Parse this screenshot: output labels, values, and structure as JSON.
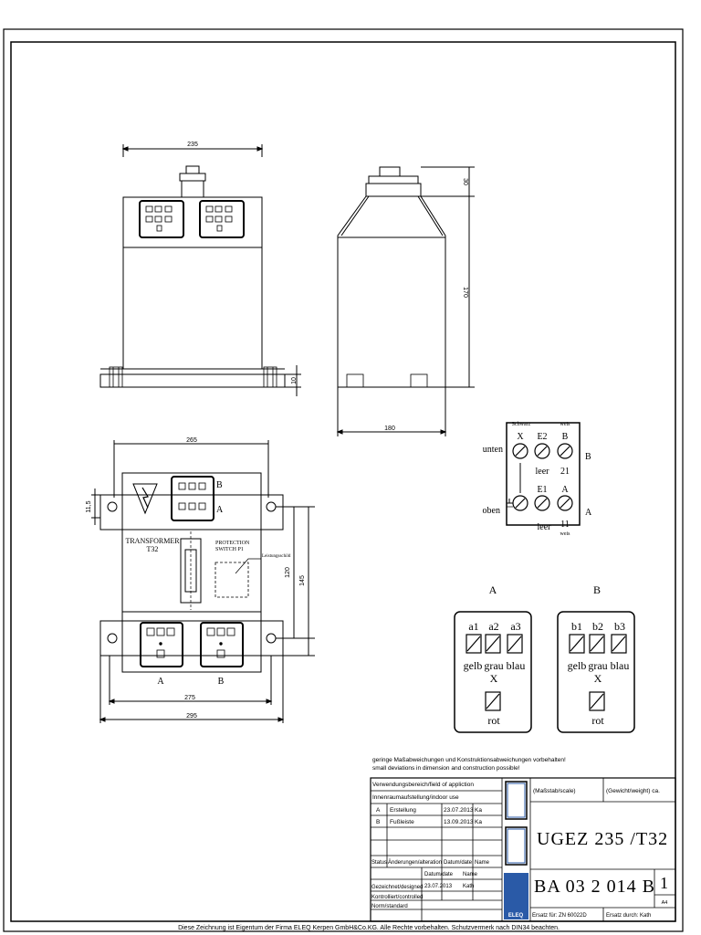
{
  "views": {
    "front": {
      "dim_width": "235",
      "dim_base": "10"
    },
    "side": {
      "dim_top": "30",
      "dim_height": "170",
      "dim_depth": "180"
    },
    "top": {
      "dim_265": "265",
      "dim_275": "275",
      "dim_295": "295",
      "dim_11_5": "11,5",
      "dim_120": "120",
      "dim_145": "145",
      "label_b": "B",
      "label_a": "A",
      "label_bottom_a": "A",
      "label_bottom_b": "B",
      "transformer_line1": "TRANSFORMER",
      "transformer_line2": "T32",
      "protection_line1": "PROTECTION",
      "protection_line2": "SWITCH P1",
      "leistungsschild": "Leistungsschild"
    }
  },
  "schematic": {
    "top_left": "Schwarz",
    "top_right": "weis",
    "row1": {
      "side": "unten",
      "t1": "X",
      "t2": "E2",
      "t3": "B",
      "u2": "leer",
      "u3": "21",
      "right": "B"
    },
    "row2": {
      "side": "oben",
      "t2": "E1",
      "t3": "A",
      "u2": "leer",
      "u3": "11",
      "u3b": "weis",
      "right": "A"
    }
  },
  "terminals": {
    "a": {
      "heading": "A",
      "t1": "a1",
      "t2": "a2",
      "t3": "a3",
      "c1": "gelb",
      "c2": "grau",
      "c3": "blau",
      "x": "X",
      "rot": "rot"
    },
    "b": {
      "heading": "B",
      "t1": "b1",
      "t2": "b2",
      "t3": "b3",
      "c1": "gelb",
      "c2": "grau",
      "c3": "blau",
      "x": "X",
      "rot": "rot"
    }
  },
  "notes": {
    "line1": "geringe Maßabweichungen und Konstruktionsabweichungen vorbehalten!",
    "line2": "small deviations in dimension and construction possible!"
  },
  "title_block": {
    "field_header": "Verwendungsbereich/field of appliction",
    "field_value": "Innenraumaufstellung/indoor use",
    "rev_rows": [
      {
        "rev": "A",
        "desc": "Erstellung",
        "date": "23.07.2013",
        "name": "Ka"
      },
      {
        "rev": "B",
        "desc": "Fußleiste",
        "date": "13.09.2013",
        "name": "Ka"
      }
    ],
    "col_status": "Status",
    "col_changes": "Änderungen/alteration",
    "col_date": "Datum/date",
    "col_name": "Name",
    "col_date2": "Datum/date",
    "col_name2": "Name",
    "designed_label": "Gezeichnet/designed",
    "designed_date": "23.07.2013",
    "designed_name": "Kath",
    "controlled_label": "Kontrolliert/controlled",
    "standard_label": "Norm/standard",
    "scale_label": "(Maßstab/scale)",
    "weight_label": "(Gewicht/weight) ca.",
    "title": "UGEZ 235 /T32",
    "drawing_no": "BA 03 2 014 B",
    "sheet_no": "1",
    "format": "A4",
    "replaces": "Ersatz für: ZN 60022D",
    "replaced_by": "Ersatz durch: Kath",
    "logo": "ELEQ"
  },
  "footer": "Diese Zeichnung ist Eigentum der Firma ELEQ Kerpen GmbH&Co.KG. Alle Rechte vorbehalten. Schutzvermerk nach DIN34 beachten.",
  "colors": {
    "logo_blue": "#2a5aa7",
    "line": "#000000"
  }
}
